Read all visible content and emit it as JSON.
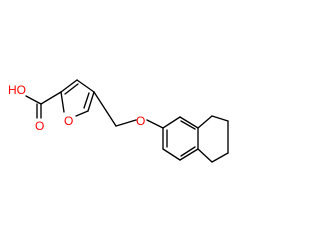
{
  "molecule": {
    "atom_labels": {
      "hydroxyl": "HO",
      "carbonyl_oxygen": "O",
      "furan_oxygen": "O",
      "ether_oxygen": "O"
    },
    "colors": {
      "bond": "#000000",
      "heteroatom": "#ff0000",
      "background": "#ffffff"
    }
  }
}
